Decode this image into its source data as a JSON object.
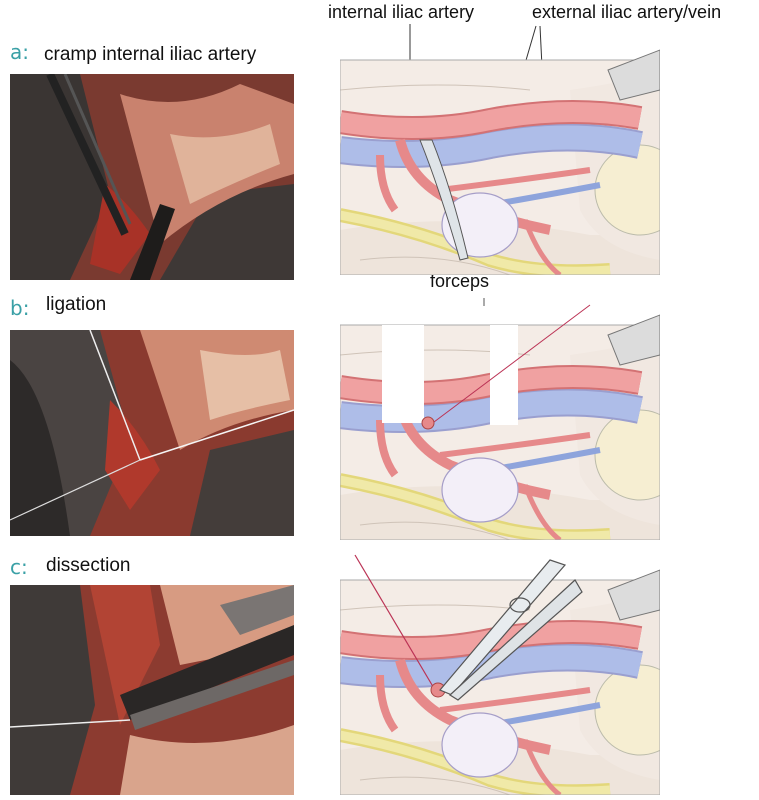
{
  "panels": [
    {
      "letter": "a:",
      "title": "cramp internal iliac artery"
    },
    {
      "letter": "b:",
      "title": "ligation"
    },
    {
      "letter": "c:",
      "title": "dissection"
    }
  ],
  "labels": {
    "internal_iliac": "internal iliac artery",
    "external_iliac": "external iliac artery/vein",
    "forceps": "forceps"
  },
  "colors": {
    "panel_letter": "#3aa0a6",
    "artery": "#e88a8a",
    "vein": "#9fb4e6",
    "nerve": "#e9e08a",
    "tissue": "#f3e9e4",
    "photo_dark": "#3a3533",
    "photo_red": "#9c2a22"
  }
}
